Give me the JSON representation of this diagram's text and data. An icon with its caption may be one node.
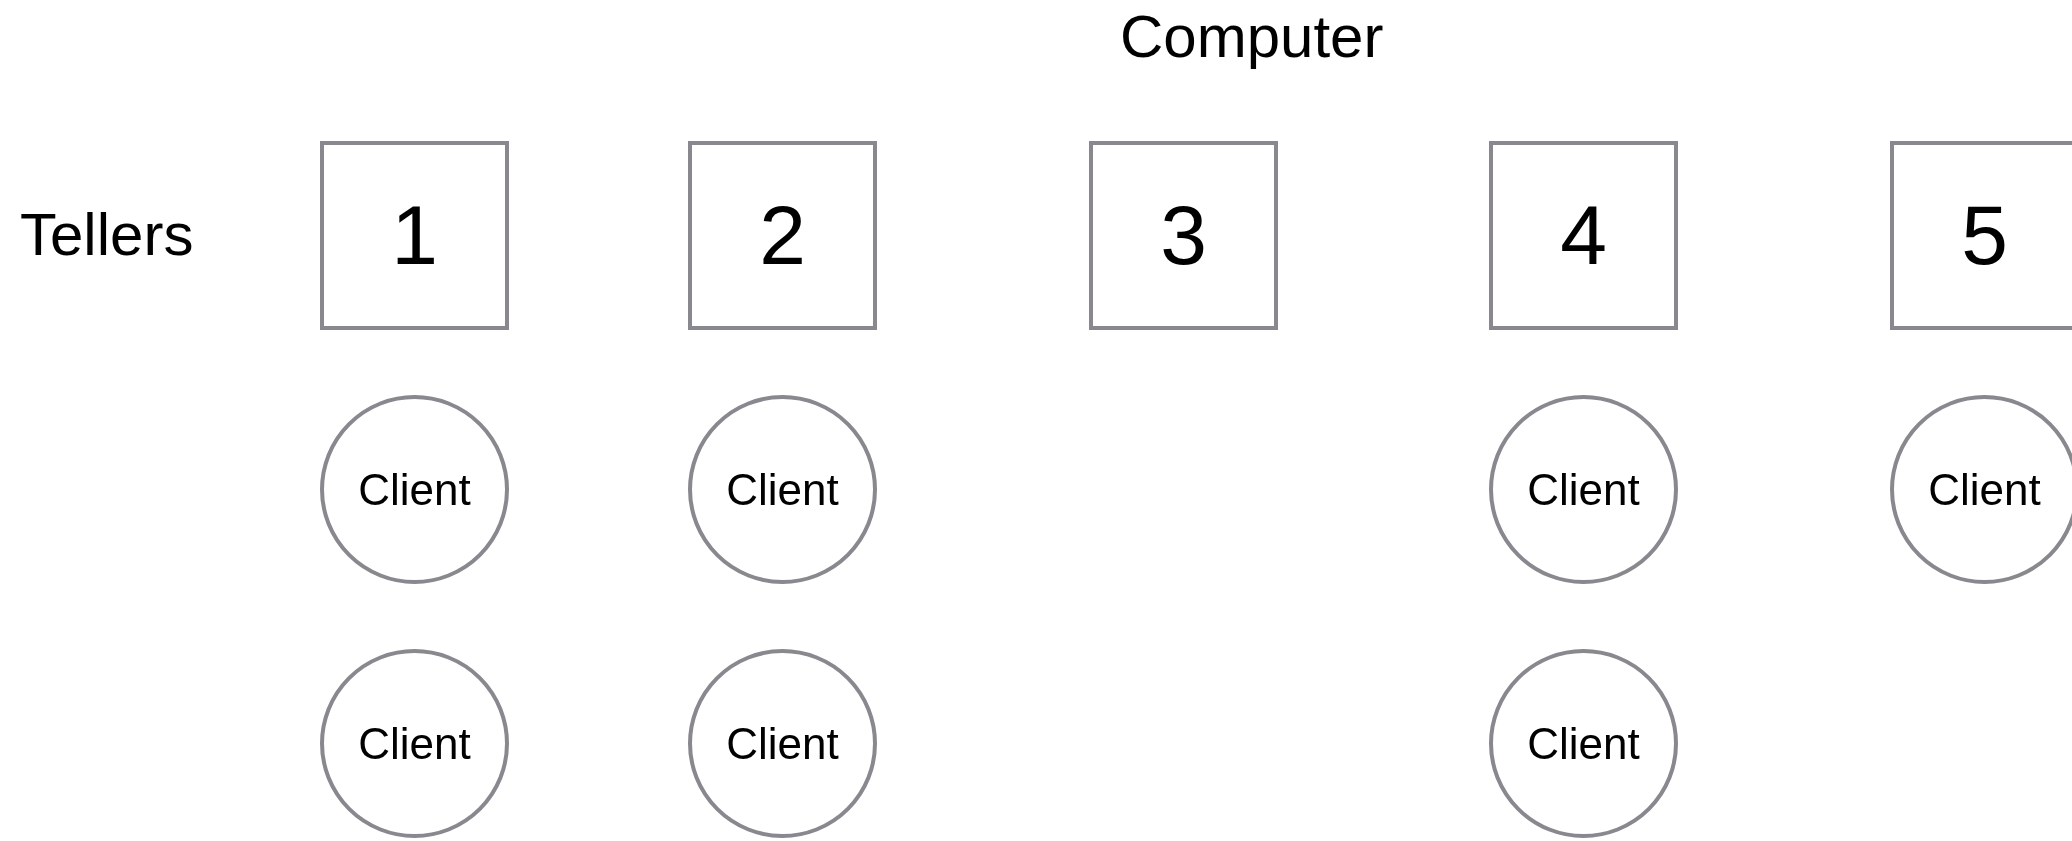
{
  "diagram": {
    "title": "Computer",
    "nodes": [
      {
        "text": [
          "1"
        ]
      },
      {
        "text": [
          "2"
        ]
      },
      {
        "text": [
          "3"
        ]
      },
      {
        "text": [
          "4"
        ]
      },
      {
        "text": [
          "5"
        ]
      },
      {
        "text": [
          "Client"
        ]
      },
      {
        "text": [
          "Client"
        ]
      },
      {
        "text": [
          "Client"
        ]
      },
      {
        "text": [
          "Client"
        ]
      },
      {
        "text": [
          "Client"
        ]
      },
      {
        "text": [
          "Client"
        ]
      },
      {
        "text": [
          "Client"
        ]
      }
    ],
    "labels": [
      "Tellers"
    ]
  }
}
